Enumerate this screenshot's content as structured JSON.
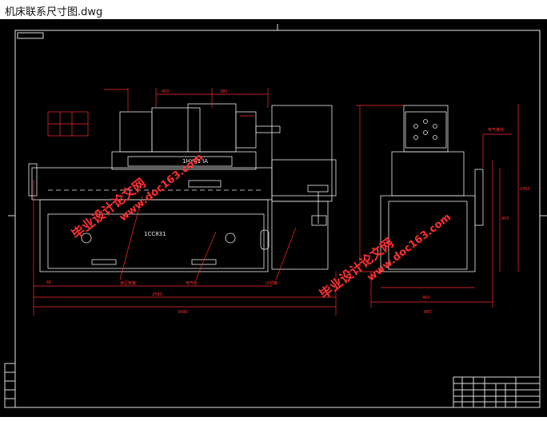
{
  "window": {
    "title": "机床联系尺寸图.dwg"
  },
  "drawing": {
    "model_label": "1HY63 IA",
    "base_label": "1CC831",
    "watermark_line1": "毕业设计论文网",
    "watermark_line2": "www.doc163.com",
    "dims": {
      "top_a": "400",
      "top_b": "380",
      "bottom_left": "60",
      "bottom_mid": "2580",
      "bottom_total": "3490",
      "side_width_a": "460",
      "side_width_b": "880",
      "side_height": "1450",
      "side_height_b": "900"
    },
    "labels": {
      "callout_left": "液压管路",
      "callout_mid": "电气柜",
      "callout_right": "冷却箱",
      "side_callout": "电气接线"
    }
  }
}
